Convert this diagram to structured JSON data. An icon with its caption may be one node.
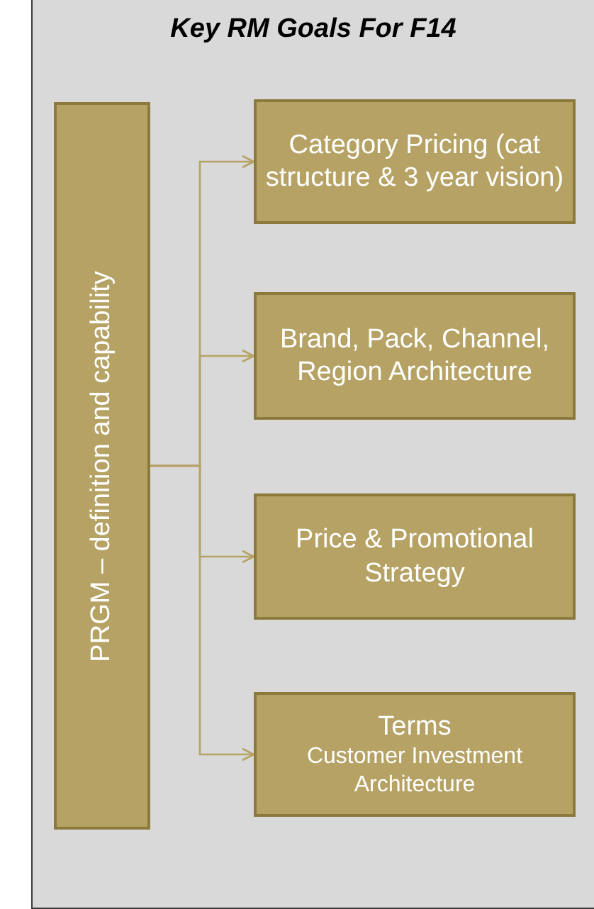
{
  "diagram": {
    "nodes": [
      {
        "text": [
          "Key RM Goals For F14"
        ]
      },
      {
        "text": [
          "PRGM – definition and capability"
        ],
        "in": 0
      },
      {
        "text": [
          "Category Pricing (cat structure & 3 year vision)"
        ],
        "in": 0
      },
      {
        "text": [
          "Brand, Pack, Channel, Region Architecture"
        ],
        "in": 0
      },
      {
        "text": [
          "Price & Promotional Strategy"
        ],
        "in": 0
      },
      {
        "text": [
          "Terms",
          "Customer Investment Architecture"
        ],
        "in": 0
      }
    ],
    "edges": [
      {
        "from": 1,
        "to": 2,
        "arrow": "to"
      },
      {
        "from": 1,
        "to": 3,
        "arrow": "to"
      },
      {
        "from": 1,
        "to": 4,
        "arrow": "to"
      },
      {
        "from": 1,
        "to": 5,
        "arrow": "to"
      }
    ]
  }
}
